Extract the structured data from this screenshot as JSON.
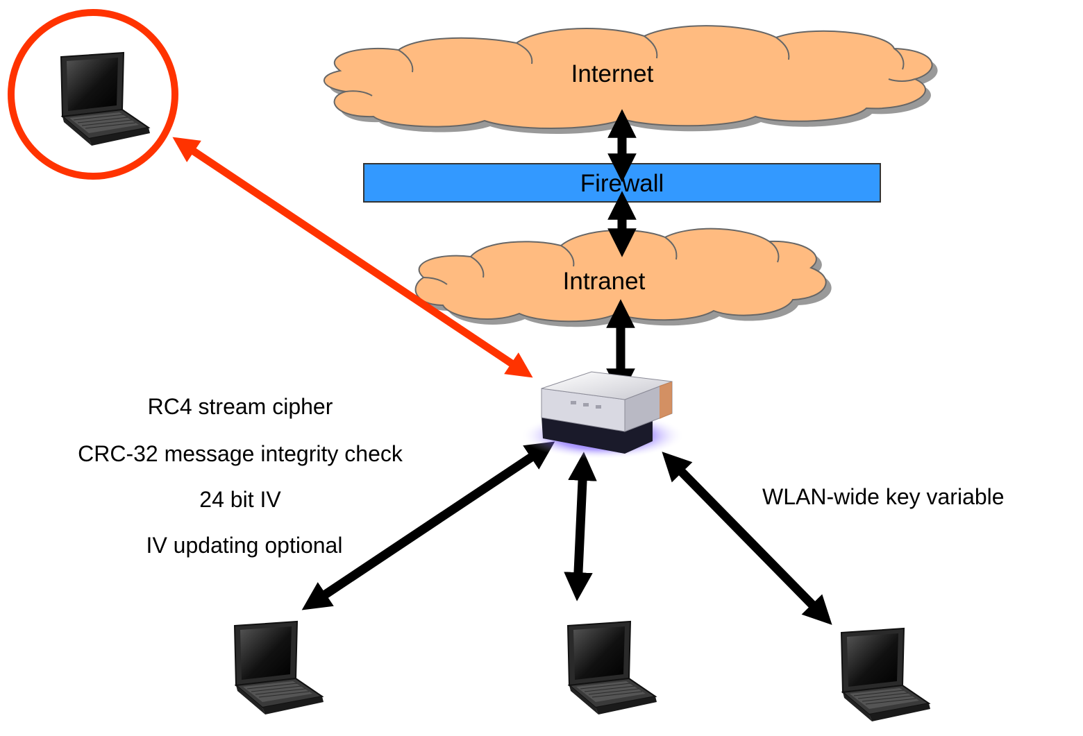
{
  "nodes": {
    "internet": {
      "label": "Internet",
      "fill": "#ffbb80"
    },
    "firewall": {
      "label": "Firewall",
      "fill": "#3399ff"
    },
    "intranet": {
      "label": "Intranet",
      "fill": "#ffbb80"
    }
  },
  "wep_notes": [
    "RC4 stream cipher",
    "CRC-32 message integrity check",
    "24 bit IV",
    "IV updating optional"
  ],
  "key_note": "WLAN-wide key variable",
  "colors": {
    "attacker_highlight": "#ff3300",
    "link": "#000000",
    "cloud_shadow": "#999999",
    "access_point_glow": "#4422ff"
  },
  "icons": {
    "laptop": "laptop-icon",
    "access_point": "access-point-icon",
    "cloud": "cloud-shape"
  }
}
